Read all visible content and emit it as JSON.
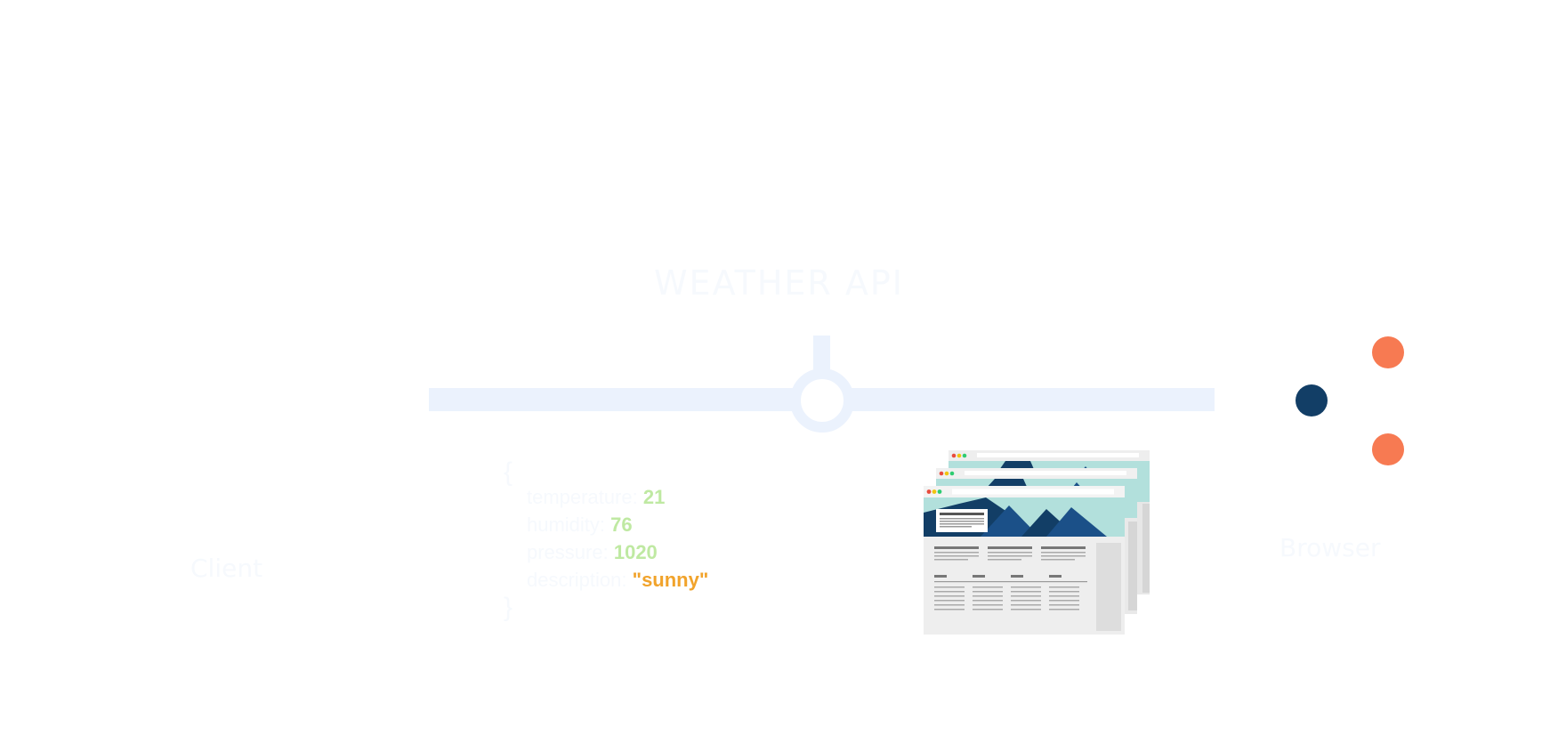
{
  "title": "WEATHER API",
  "left_label": "Client",
  "right_label": "Browser",
  "code_sample": {
    "open_brace": "{",
    "close_brace": "}",
    "rows": [
      {
        "key": "temperature:",
        "value": "21",
        "kind": "number"
      },
      {
        "key": "humidity:",
        "value": "76",
        "kind": "number"
      },
      {
        "key": "pressure:",
        "value": "1020",
        "kind": "number"
      },
      {
        "key": "description:",
        "value": "\"sunny\"",
        "kind": "string"
      }
    ]
  },
  "colors": {
    "connector": "#ebf2fd",
    "number": "#bfe9a2",
    "string": "#f1a32b",
    "dot_navy": "#123e66",
    "dot_orange": "#f77a52",
    "browser_sky": "#b2e0dc",
    "browser_mountain": "#123e66"
  },
  "icons": [
    "hub-connector-icon",
    "browser-windows-icon",
    "node-dots-icon"
  ]
}
